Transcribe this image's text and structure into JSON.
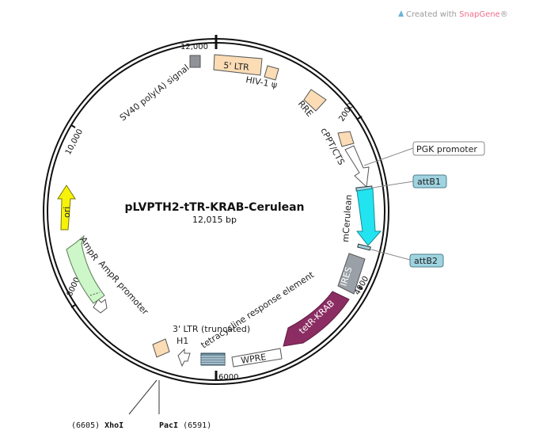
{
  "brand": {
    "prefix": "Created with ",
    "name": "SnapGene",
    "mark": "®"
  },
  "plasmid": {
    "name": "pLVPTH2-tTR-KRAB-Cerulean",
    "length_label": "12,015 bp"
  },
  "ticks": [
    "12,000",
    "2000",
    "4000",
    "6000",
    "8000",
    "10,000"
  ],
  "features": {
    "ltr5": "5' LTR",
    "hiv": "HIV-1 ψ",
    "rre": "RRE",
    "cppt": "cPPT/CTS",
    "mcerulean": "mCerulean",
    "ires": "IRES",
    "tetr": "tetR-KRAB",
    "tre": "tetracycline response element",
    "wpre": "WPRE",
    "ltr3": "3' LTR (truncated)",
    "h1": "H1",
    "ampr_promoter": "AmpR promoter",
    "ampr": "AmpR",
    "ori": "ori",
    "sv40": "SV40 poly(A) signal"
  },
  "callouts": {
    "pgk": "PGK promoter",
    "attb1": "attB1",
    "attb2": "attB2"
  },
  "sites": {
    "xhoi": {
      "pos": "(6605)",
      "name": "XhoI"
    },
    "paci": {
      "name": "PacI",
      "pos": "(6591)"
    }
  },
  "colors": {
    "backbone": "#111111",
    "ltr": "#fbdcb5",
    "mcerulean": "#22e4f0",
    "ires": "#9aa0a8",
    "tetr": "#8b2d63",
    "ampr": "#cdf7c8",
    "ori": "#f6f20a",
    "sv40": "#8f9297",
    "attb": "#9fd3e0",
    "tre": "#6f8fa0"
  }
}
